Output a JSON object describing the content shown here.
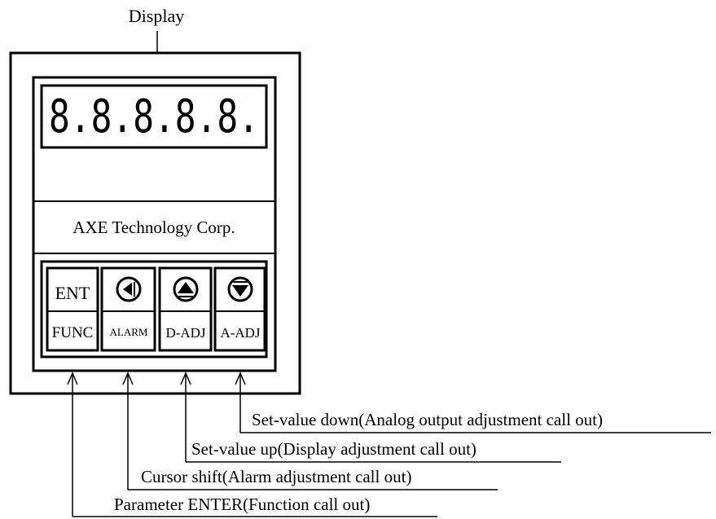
{
  "display_label": "Display",
  "display_digits": "8.8.8.8.8.",
  "brand": "AXE Technology Corp.",
  "keys": [
    {
      "top": "ENT",
      "bottom": "FUNC",
      "icon": "left-triangle-circle-icon"
    },
    {
      "top": "",
      "bottom": "ALARM",
      "icon": "left-triangle-circle-icon"
    },
    {
      "top": "",
      "bottom": "D-ADJ",
      "icon": "up-triangle-circle-icon"
    },
    {
      "top": "",
      "bottom": "A-ADJ",
      "icon": "down-triangle-circle-icon"
    }
  ],
  "callouts": [
    "Set-value down(Analog output adjustment call out)",
    "Set-value up(Display adjustment call out)",
    "Cursor shift(Alarm adjustment call out)",
    "Parameter ENTER(Function call out)"
  ]
}
